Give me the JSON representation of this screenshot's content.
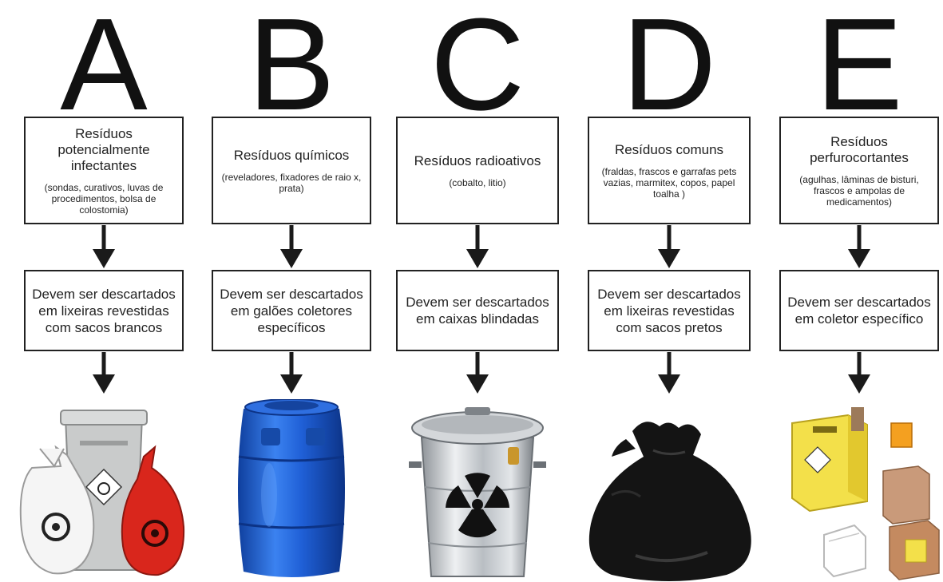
{
  "columns": [
    {
      "letter": "A",
      "type_title": "Resíduos potencialmente infectantes",
      "examples": "(sondas, curativos, luvas de procedimentos, bolsa de colostomia)",
      "disposal": "Devem ser descartados em lixeiras revestidas com sacos brancos",
      "illustration": "biohazard-bags-and-bin"
    },
    {
      "letter": "B",
      "type_title": "Resíduos químicos",
      "examples": "(reveladores, fixadores de raio x, prata)",
      "disposal": "Devem ser descartados em galões coletores específicos",
      "illustration": "blue-drum"
    },
    {
      "letter": "C",
      "type_title": "Resíduos radioativos",
      "examples": "(cobalto, litio)",
      "disposal": "Devem ser descartados em caixas blindadas",
      "illustration": "radioactive-metal-bin"
    },
    {
      "letter": "D",
      "type_title": "Resíduos comuns",
      "examples": "(fraldas, frascos e garrafas pets vazias, marmitex, copos, papel toalha )",
      "disposal": "Devem ser descartados em lixeiras revestidas com sacos pretos",
      "illustration": "black-trash-bag"
    },
    {
      "letter": "E",
      "type_title": "Resíduos perfurocortantes",
      "examples": "(agulhas, lâminas de bisturi, frascos e ampolas de medicamentos)",
      "disposal": "Devem ser descartados em coletor específico",
      "illustration": "sharps-container"
    }
  ],
  "colors": {
    "text": "#111111",
    "border": "#222222",
    "bag_red": "#d9261c",
    "drum_blue": "#1f5fd6",
    "bag_black": "#141414",
    "sharps_yellow": "#f3e04a"
  }
}
